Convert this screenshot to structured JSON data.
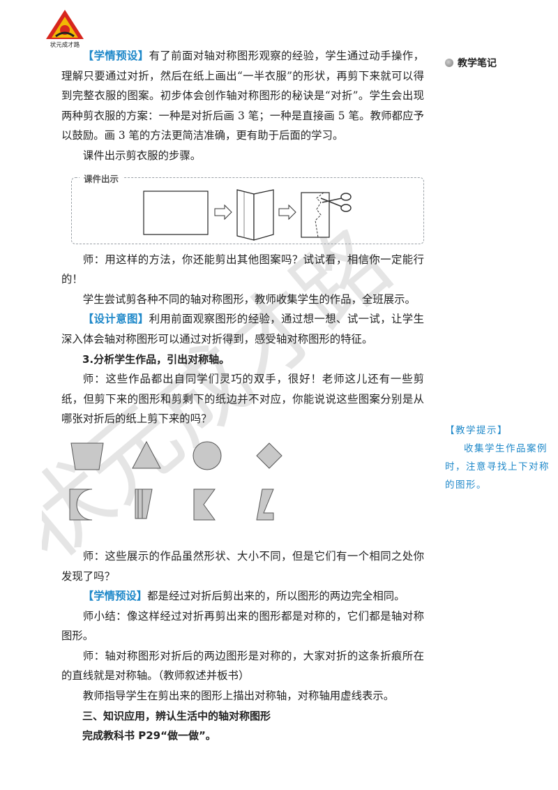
{
  "logo": {
    "brand_text": "状元成才路"
  },
  "watermark": {
    "text": "状元成才路"
  },
  "sidebar": {
    "notes_heading": "教学笔记",
    "tip_title": "【教学提示】",
    "tip_text": "收集学生作品案例时，注意寻找上下对称的图形。"
  },
  "main": {
    "p1_tag": "【学情预设】",
    "p1_text": "有了前面对轴对称图形观察的经验，学生通过动手操作，理解只要通过对折，然后在纸上画出“一半衣服”的形状，再剪下来就可以得到完整衣服的图案。初步体会创作轴对称图形的秘诀是“对折”。学生会出现两种剪衣服的方案：一种是对折后画 3 笔；一种是直接画 5 笔。教师都应予以鼓励。画 3 笔的方法更简洁准确，更有助于后面的学习。",
    "p2": "课件出示剪衣服的步骤。",
    "kejian_label": "课件出示",
    "p3": "师：用这样的方法，你还能剪出其他图案吗？试试看，相信你一定能行的！",
    "p4": "学生尝试剪各种不同的轴对称图形，教师收集学生的作品，全班展示。",
    "p5_tag": "【设计意图】",
    "p5_text": "利用前面观察图形的经验，通过想一想、试一试，让学生深入体会轴对称图形可以通过对折得到，感受轴对称图形的特征。",
    "h1": "3.分析学生作品，引出对称轴。",
    "p6": "师：这些作品都出自同学们灵巧的双手，很好！老师这儿还有一些剪纸，但剪下来的图形和剪剩下的纸边并不对应，你能说说这些图案分别是从哪张对折后的纸上剪下来的吗？",
    "p7": "师：这些展示的作品虽然形状、大小不同，但是它们有一个相同之处你发现了吗？",
    "p8_tag": "【学情预设】",
    "p8_text": "都是经过对折后剪出来的，所以图形的两边完全相同。",
    "p9": "师小结：像这样经过对折再剪出来的图形都是对称的，它们都是轴对称图形。",
    "p10": "师：轴对称图形对折后的两边图形是对称的，大家对折的这条折痕所在的直线就是对称轴。（教师叙述并板书）",
    "p11": "教师指导学生在剪出来的图形上描出对称轴，对称轴用虚线表示。",
    "h2": "三、知识应用，辨认生活中的轴对称图形",
    "h3": "完成教科书 P29“做一做”。"
  },
  "colors": {
    "accent_blue": "#1e88c9",
    "shape_fill": "#c8c8c8",
    "shape_stroke": "#555555"
  }
}
